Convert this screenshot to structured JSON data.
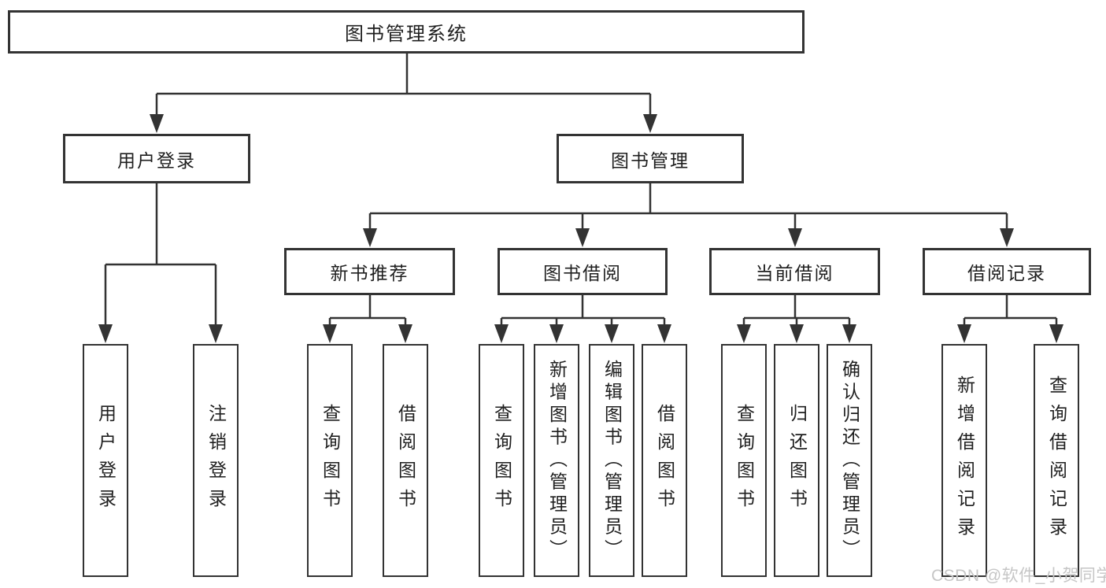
{
  "tree": {
    "root": {
      "label": "图书管理系统"
    },
    "branches": [
      {
        "label": "用户登录",
        "children": [
          {
            "label": "用户登录"
          },
          {
            "label": "注销登录"
          }
        ]
      },
      {
        "label": "图书管理",
        "children": [
          {
            "label": "新书推荐",
            "children": [
              {
                "label": "查询图书"
              },
              {
                "label": "借阅图书"
              }
            ]
          },
          {
            "label": "图书借阅",
            "children": [
              {
                "label": "查询图书"
              },
              {
                "label": "新增图书（管理员）"
              },
              {
                "label": "编辑图书（管理员）"
              },
              {
                "label": "借阅图书"
              }
            ]
          },
          {
            "label": "当前借阅",
            "children": [
              {
                "label": "查询图书"
              },
              {
                "label": "归还图书"
              },
              {
                "label": "确认归还（管理员）"
              }
            ]
          },
          {
            "label": "借阅记录",
            "children": [
              {
                "label": "新增借阅记录"
              },
              {
                "label": "查询借阅记录"
              }
            ]
          }
        ]
      }
    ]
  },
  "watermark": {
    "text": "CSDN @软件_小贺同学"
  },
  "colors": {
    "line": "#333333",
    "text": "#1f1f1f",
    "background": "#ffffff",
    "watermark": "#c6c6c6"
  }
}
